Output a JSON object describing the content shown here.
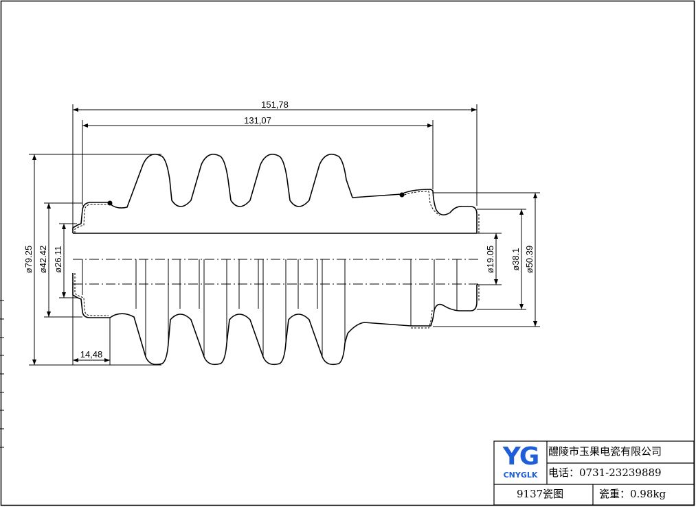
{
  "dimensions": {
    "overall_length": "151,78",
    "inner_length": "131,07",
    "dia_79_25": "ø79.25",
    "dia_42_42": "ø42.42",
    "dia_26_11": "ø26.11",
    "dia_19_05": "ø19.05",
    "dia_38_1": "ø38.1",
    "dia_50_39": "ø50.39",
    "end_offset": "14,48"
  },
  "title_block": {
    "logo_letters": "YG",
    "logo_sub": "CNYGLK",
    "company": "醴陵市玉果电瓷有限公司",
    "phone": "电话：0731-23239889",
    "drawing_name": "9137瓷图",
    "weight": "瓷重：0.98kg"
  },
  "colors": {
    "line": "#000000",
    "logo": "#1e5fd8"
  }
}
